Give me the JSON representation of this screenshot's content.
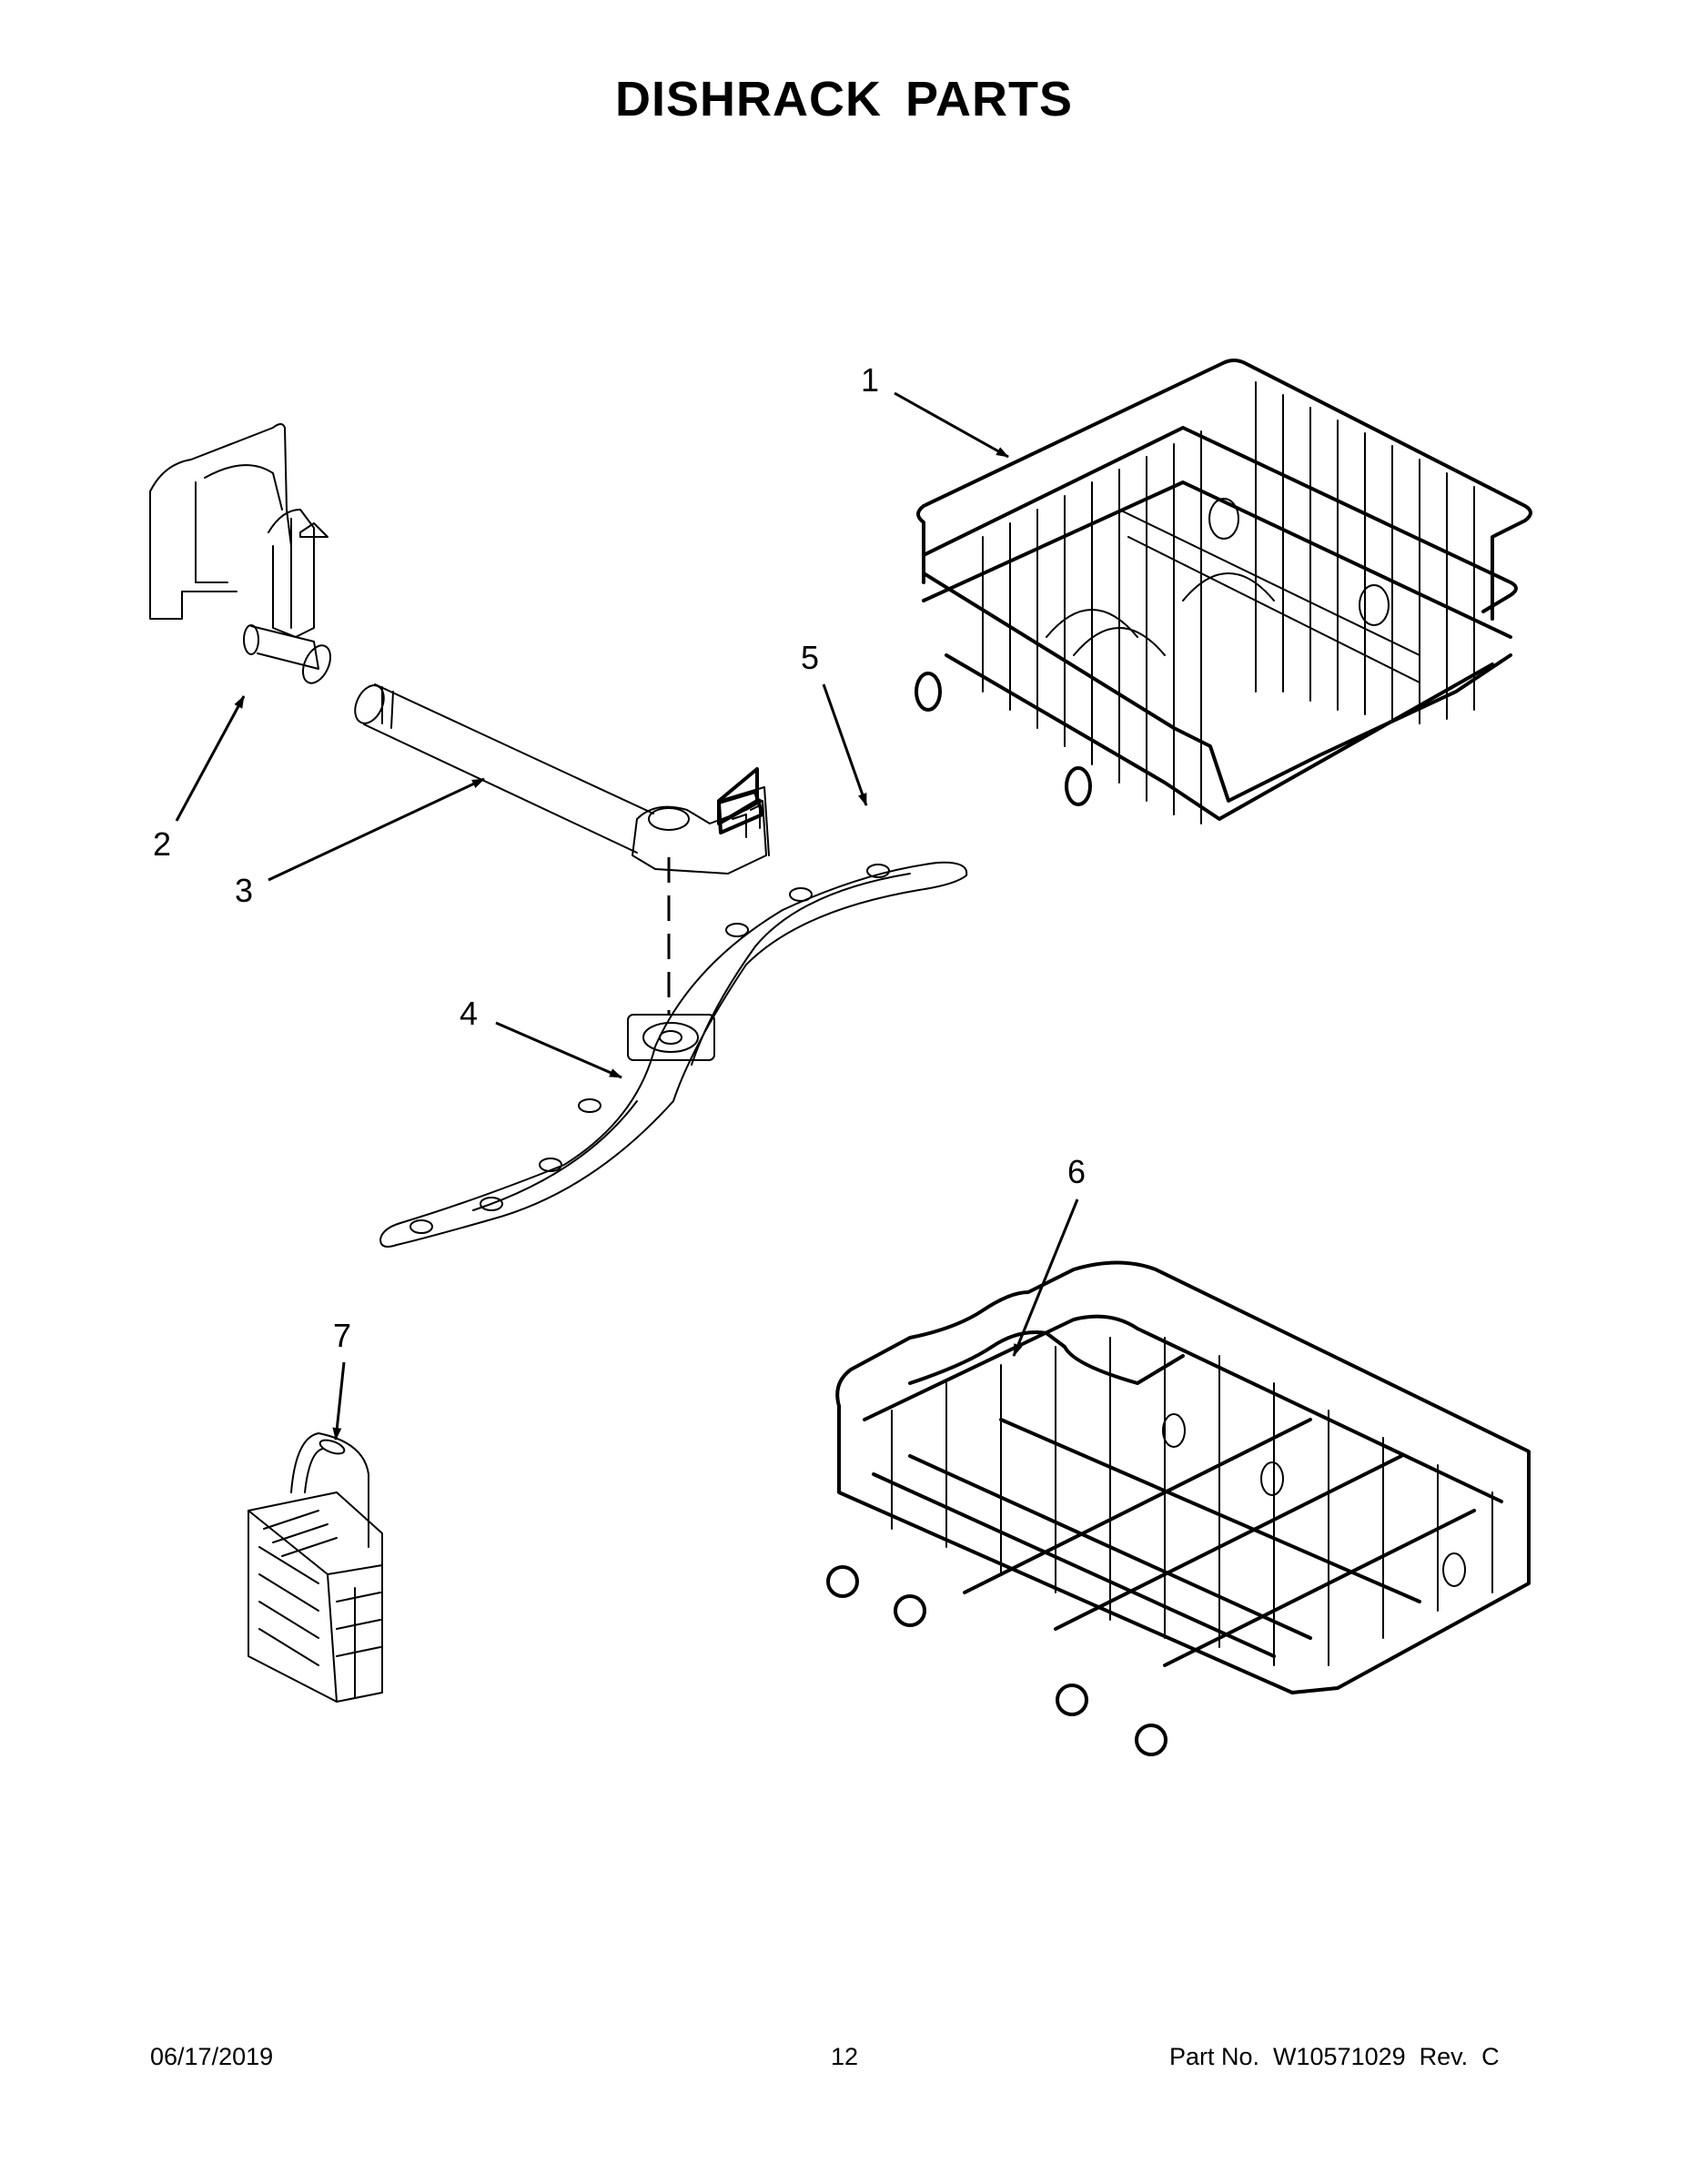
{
  "page": {
    "title": "DISHRACK PARTS"
  },
  "callouts": [
    {
      "number": "1",
      "part": "upper-dishrack"
    },
    {
      "number": "2",
      "part": "water-feed-manifold"
    },
    {
      "number": "3",
      "part": "spray-arm-feed-tube"
    },
    {
      "number": "4",
      "part": "upper-spray-arm"
    },
    {
      "number": "5",
      "part": "connector-clip"
    },
    {
      "number": "6",
      "part": "lower-dishrack"
    },
    {
      "number": "7",
      "part": "silverware-basket"
    }
  ],
  "footer": {
    "date": "06/17/2019",
    "page_number": "12",
    "part_no": "Part No.  W10571029  Rev.  C"
  }
}
